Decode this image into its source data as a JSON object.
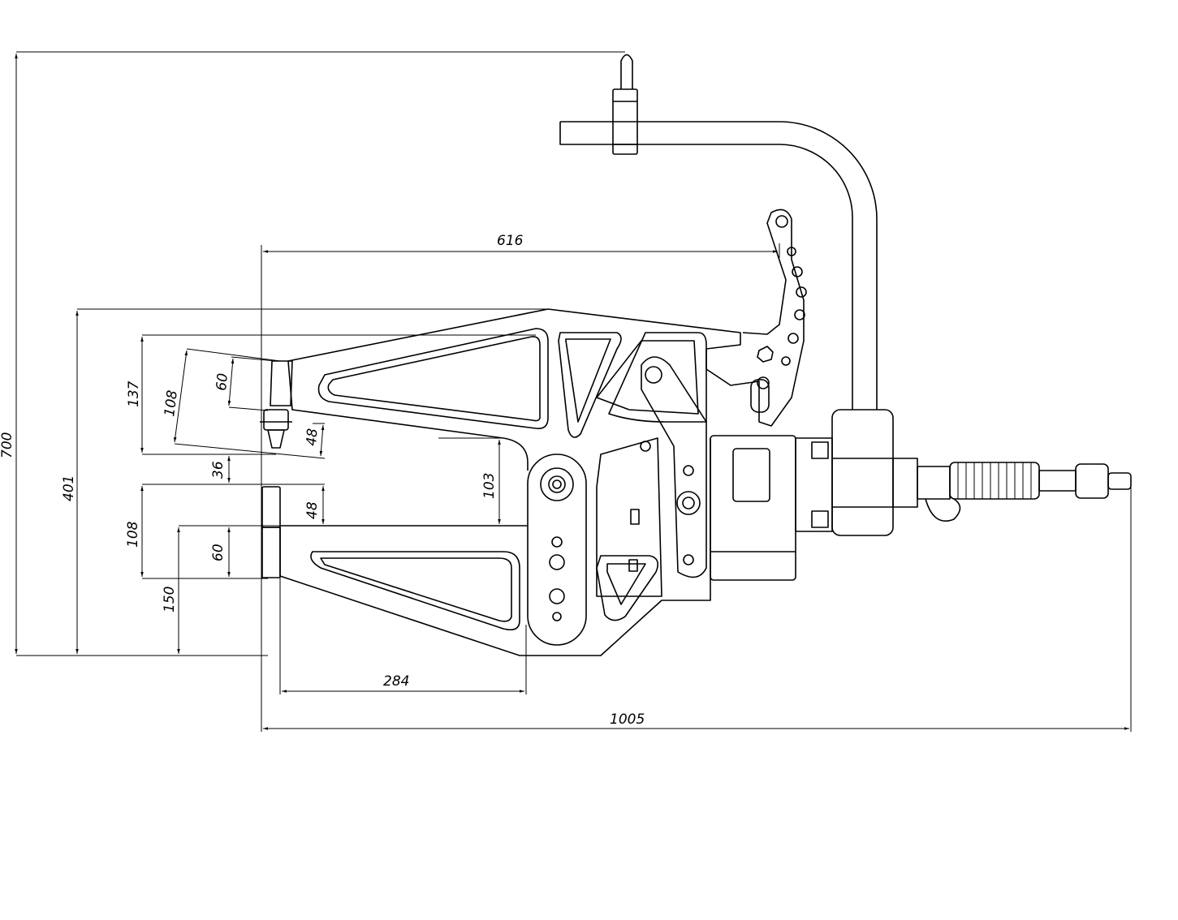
{
  "drawing": {
    "title": "Tool dimensional drawing",
    "dimensions": {
      "overall_height": "700",
      "handle_reach": "616",
      "frame_height": "401",
      "upper_jaw_height": "137",
      "upper_jaw_slant": "108",
      "upper_tip_60": "60",
      "upper_gap_48": "48",
      "gap_36": "36",
      "throat_103": "103",
      "lower_gap_48": "48",
      "lower_jaw_108": "108",
      "lower_tip_60": "60",
      "lower_150": "150",
      "throat_depth": "284",
      "overall_length": "1005"
    }
  }
}
